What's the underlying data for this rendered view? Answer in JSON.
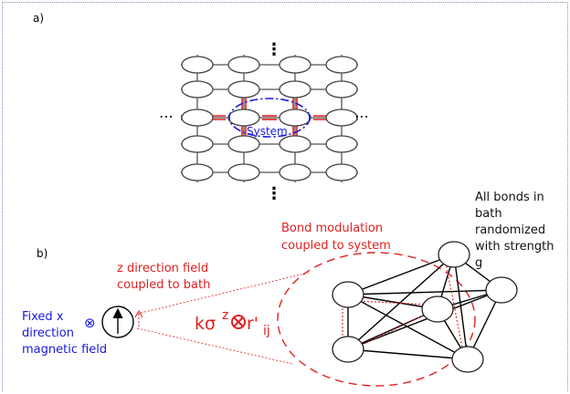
{
  "panel_a": {
    "label": "a)",
    "system_label": "System",
    "ellipsis_top": "⋮",
    "ellipsis_bottom": "⋮",
    "ellipsis_left": "⋯",
    "ellipsis_right": "⋯"
  },
  "panel_b": {
    "label": "b)",
    "fixed_field_label": [
      "Fixed x",
      "direction",
      "magnetic field"
    ],
    "z_field_label": [
      "z direction field",
      "coupled to bath"
    ],
    "coupling_operator": {
      "k_sigma": "kσ",
      "z_superscript": "z",
      "r_prime": "r'",
      "ij_subscript": "ij"
    },
    "bond_modulation_label": [
      "Bond modulation",
      "coupled to system"
    ],
    "bath_label": [
      "All bonds in",
      "bath",
      "randomized",
      "with strength",
      "g"
    ],
    "x_direction_symbol": "⊗",
    "spin_arrow_symbol": "↑"
  },
  "colors": {
    "lattice_lines": "#555555",
    "system_bonds": "#e02020",
    "system_ellipse": "#1a1adc",
    "fixed_field_text": "#1a1adc",
    "z_field_text": "#e02020",
    "bond_modulation_text": "#e02020",
    "bath_text": "#111111",
    "frame_border": "#8a8ab8"
  }
}
